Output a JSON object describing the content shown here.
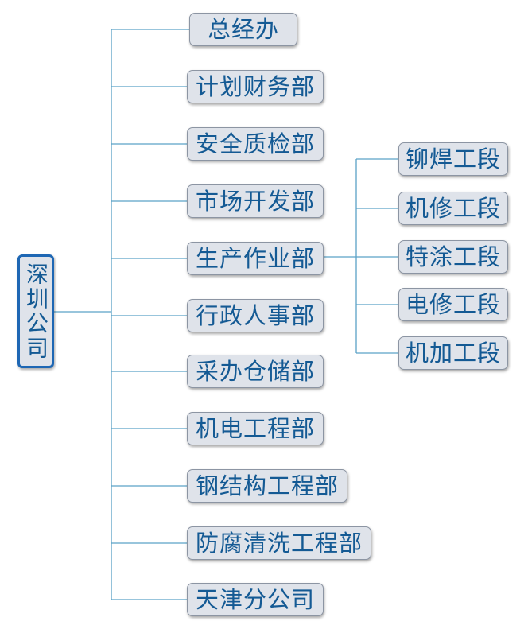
{
  "root": {
    "label": "深圳公司"
  },
  "departments": [
    {
      "label": "总经办"
    },
    {
      "label": "计划财务部"
    },
    {
      "label": "安全质检部"
    },
    {
      "label": "市场开发部"
    },
    {
      "label": "生产作业部"
    },
    {
      "label": "行政人事部"
    },
    {
      "label": "采办仓储部"
    },
    {
      "label": "机电工程部"
    },
    {
      "label": "钢结构工程部"
    },
    {
      "label": "防腐清洗工程部"
    },
    {
      "label": "天津分公司"
    }
  ],
  "sections": [
    {
      "label": "铆焊工段"
    },
    {
      "label": "机修工段"
    },
    {
      "label": "特涂工段"
    },
    {
      "label": "电修工段"
    },
    {
      "label": "机加工段"
    }
  ],
  "colors": {
    "line": "#5aa2c6",
    "box_fill": "#dfe3ea",
    "box_border": "#8c95a3",
    "text": "#145a94",
    "root_border": "#1e67b4"
  }
}
